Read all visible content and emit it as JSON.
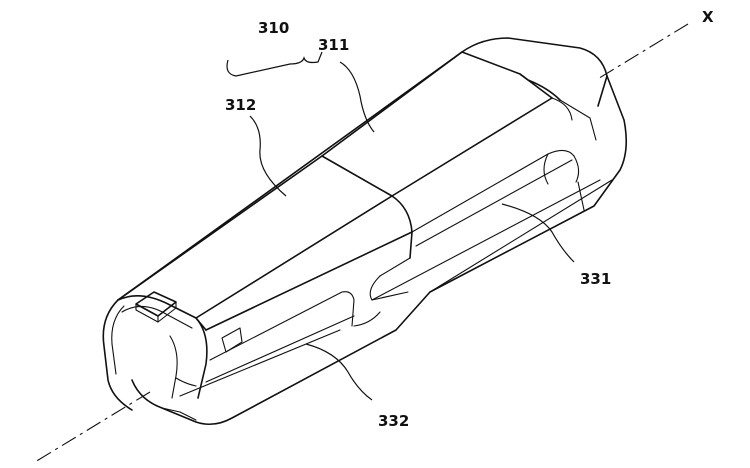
{
  "figure": {
    "axis_label": "X",
    "labels": {
      "group": "310",
      "upper_cover": "311",
      "lower_cover": "312",
      "side_part_right": "331",
      "side_part_left": "332"
    }
  }
}
